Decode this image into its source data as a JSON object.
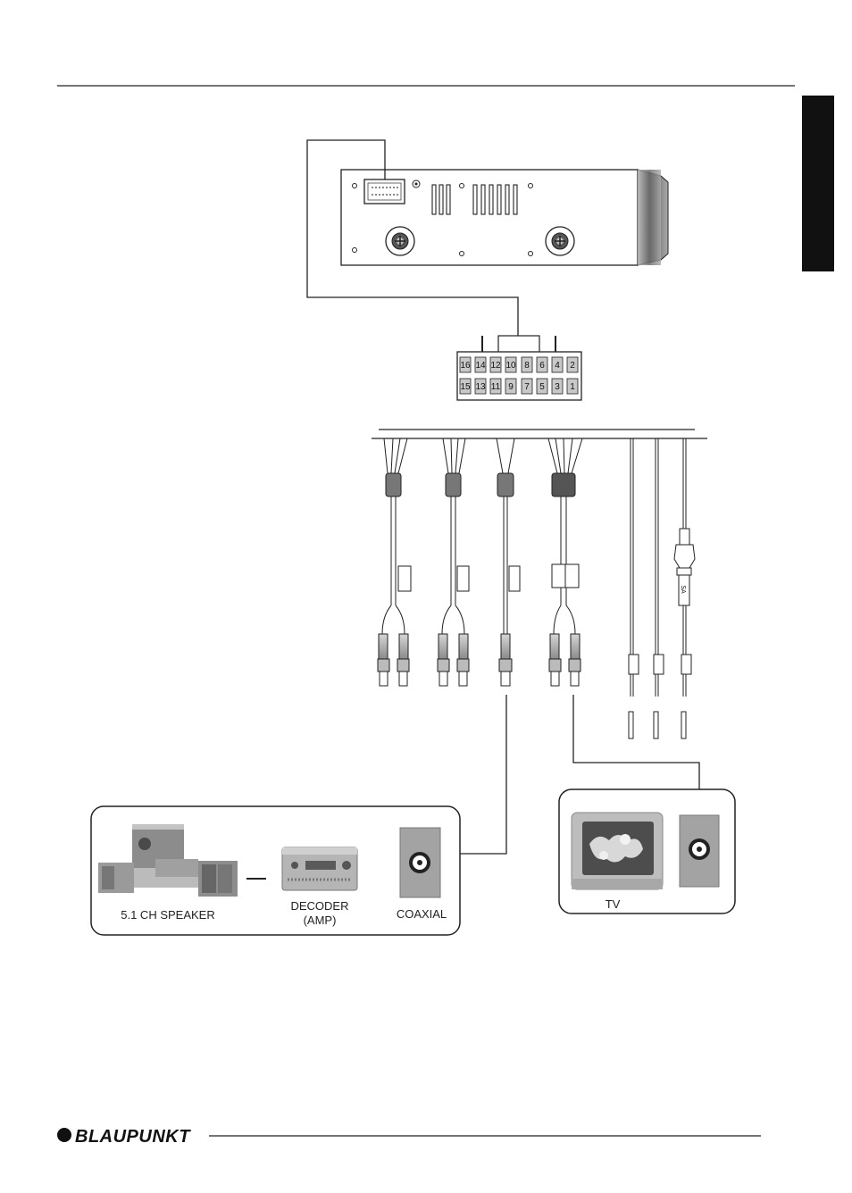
{
  "brand": {
    "name": "BLAUPUNKT"
  },
  "connector": {
    "top_row": [
      "16",
      "14",
      "12",
      "10",
      "8",
      "6",
      "4",
      "2"
    ],
    "bottom_row": [
      "15",
      "13",
      "11",
      "9",
      "7",
      "5",
      "3",
      "1"
    ]
  },
  "fuse_label": "SA",
  "audio_box": {
    "speaker_label": "5.1 CH SPEAKER",
    "decoder_label_line1": "DECODER",
    "decoder_label_line2": "(AMP)",
    "coaxial_label": "COAXIAL"
  },
  "tv_box": {
    "tv_label": "TV"
  },
  "colors": {
    "ink": "#222222",
    "tab": "#111111",
    "panel": "#9a9a9a"
  }
}
